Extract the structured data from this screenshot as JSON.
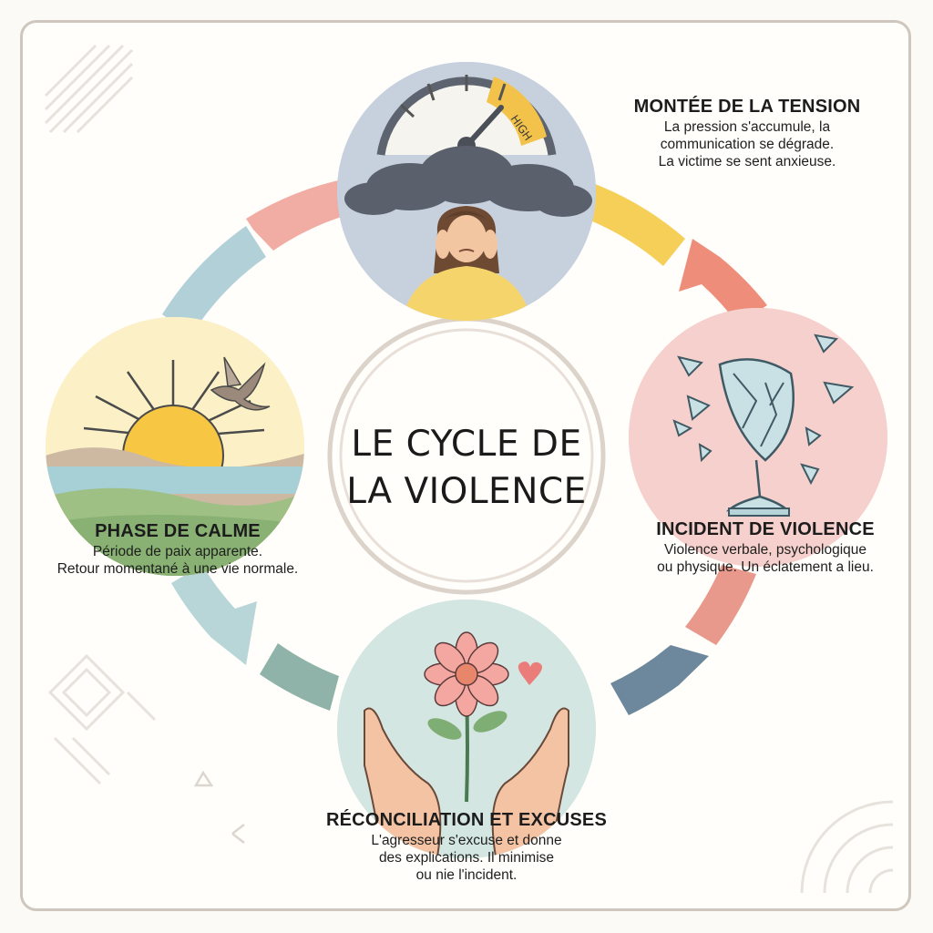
{
  "center": {
    "title_line1": "LE CYCLE DE",
    "title_line2": "LA VIOLENCE"
  },
  "stages": {
    "tension": {
      "title": "MONTÉE DE LA TENSION",
      "lines": [
        "La pression s'accumule, la",
        "communication se dégrade.",
        "La victime se sent anxieuse."
      ],
      "gauge_label": "HIGH",
      "color": "#f4c545"
    },
    "incident": {
      "title": "INCIDENT DE VIOLENCE",
      "lines": [
        "Violence verbale, psychologique",
        "ou physique. Un éclatement a lieu."
      ],
      "color": "#ea8573"
    },
    "reconciliation": {
      "title": "RÉCONCILIATION ET EXCUSES",
      "lines": [
        "L'agresseur s'excuse et donne",
        "des explications. Il minimise",
        "ou nie l'incident."
      ],
      "color": "#5d7d95"
    },
    "calme": {
      "title": "PHASE DE CALME",
      "lines": [
        "Période de paix apparente.",
        "Retour momentané à une vie normale."
      ],
      "color": "#9cc7cc"
    }
  }
}
